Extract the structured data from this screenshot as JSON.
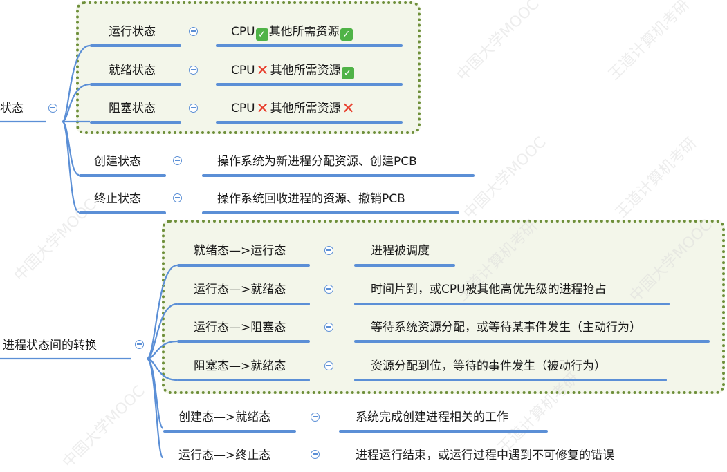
{
  "colors": {
    "branch": "#5b8fd6",
    "group_border": "#6e8f3a",
    "group_fill": "#f3f6ea",
    "check": "#4fb347",
    "cross": "#e8402e"
  },
  "watermarks": [
    "中国大学MOOC",
    "王道计算机考研"
  ],
  "states": {
    "root_label": "状态",
    "basic": [
      {
        "label": "运行状态",
        "cpu": "CPU",
        "cpu_icon": "check-icon",
        "other": "其他所需资源",
        "other_icon": "check-icon"
      },
      {
        "label": "就绪状态",
        "cpu": "CPU",
        "cpu_icon": "cross-icon",
        "other": "其他所需资源",
        "other_icon": "check-icon"
      },
      {
        "label": "阻塞状态",
        "cpu": "CPU",
        "cpu_icon": "cross-icon",
        "other": "其他所需资源",
        "other_icon": "cross-icon"
      }
    ],
    "extra": [
      {
        "label": "创建状态",
        "desc": "操作系统为新进程分配资源、创建PCB"
      },
      {
        "label": "终止状态",
        "desc": "操作系统回收进程的资源、撤销PCB"
      }
    ]
  },
  "transitions": {
    "root_label": "进程状态间的转换",
    "grouped": [
      {
        "label": "就绪态—>运行态",
        "desc": "进程被调度"
      },
      {
        "label": "运行态—>就绪态",
        "desc": "时间片到，或CPU被其他高优先级的进程抢占"
      },
      {
        "label": "运行态—>阻塞态",
        "desc": "等待系统资源分配，或等待某事件发生（主动行为）"
      },
      {
        "label": "阻塞态—>就绪态",
        "desc": "资源分配到位，等待的事件发生（被动行为）"
      }
    ],
    "other": [
      {
        "label": "创建态—>就绪态",
        "desc": "系统完成创建进程相关的工作"
      },
      {
        "label": "运行态—>终止态",
        "desc": "进程运行结束，或运行过程中遇到不可修复的错误"
      }
    ]
  }
}
